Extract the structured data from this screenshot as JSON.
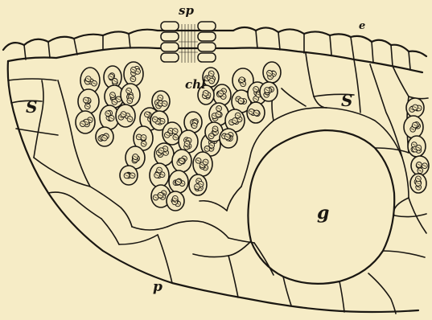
{
  "figure": {
    "labels": {
      "sp": "sp",
      "e": "e",
      "chl": "chl",
      "s_left": "S",
      "s_right": "S",
      "g": "g",
      "p": "p"
    },
    "colors": {
      "paper": "#f6ecc6",
      "ink": "#1a1712"
    }
  }
}
